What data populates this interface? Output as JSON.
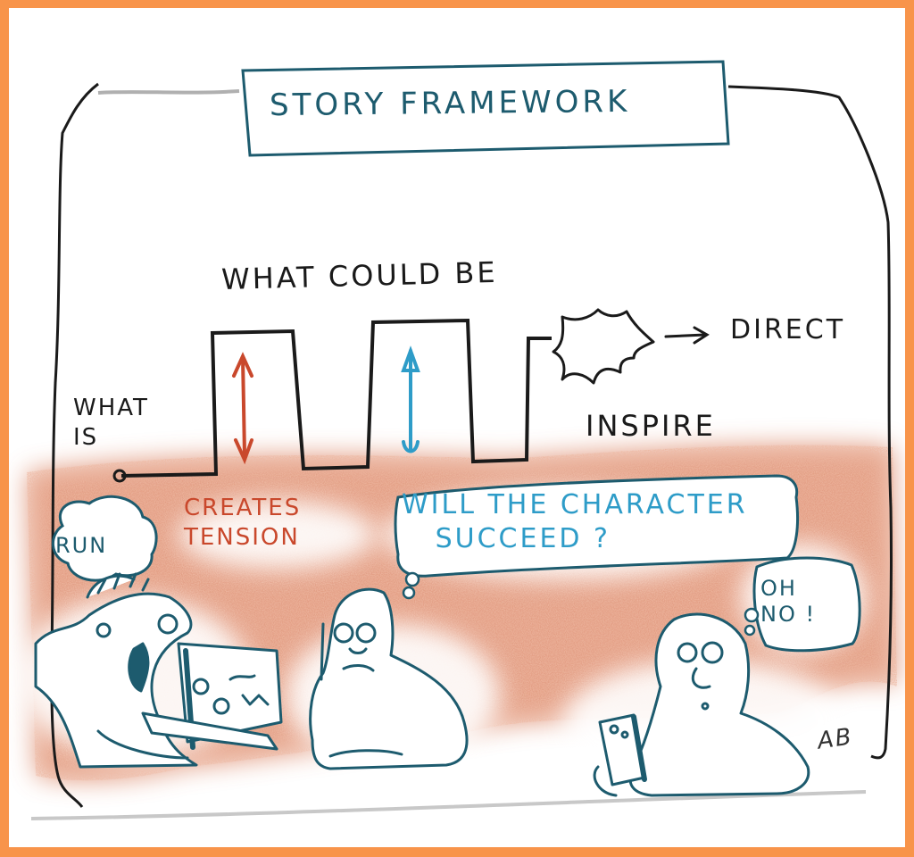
{
  "title": "STORY FRAMEWORK",
  "diagram": {
    "start_label": "WHAT\nIS",
    "peak_label": "WHAT COULD BE",
    "tension_label": "CREATES\nTENSION",
    "end_label_inspire": "INSPIRE",
    "end_label_direct": "DIRECT",
    "arrow_colors": {
      "first": "#c9482c",
      "second": "#2e9cc8"
    }
  },
  "speech_bubbles": {
    "run": "RUN",
    "question": "WILL THE CHARACTER\n   SUCCEED ?",
    "oh_no": "OH\nNO !"
  },
  "characters": [
    {
      "name": "excited-laptop-viewer",
      "thought": "RUN"
    },
    {
      "name": "worried-man-leaning",
      "thought": "WILL THE CHARACTER SUCCEED ?"
    },
    {
      "name": "woman-with-phone",
      "thought": "OH NO !"
    }
  ],
  "signature": "AB",
  "colors": {
    "border": "#f8944a",
    "ink": "#1a1a1a",
    "teal": "#1d5b6e",
    "red": "#c9482c",
    "blue": "#2e9cc8",
    "wash": "#d9795a"
  }
}
